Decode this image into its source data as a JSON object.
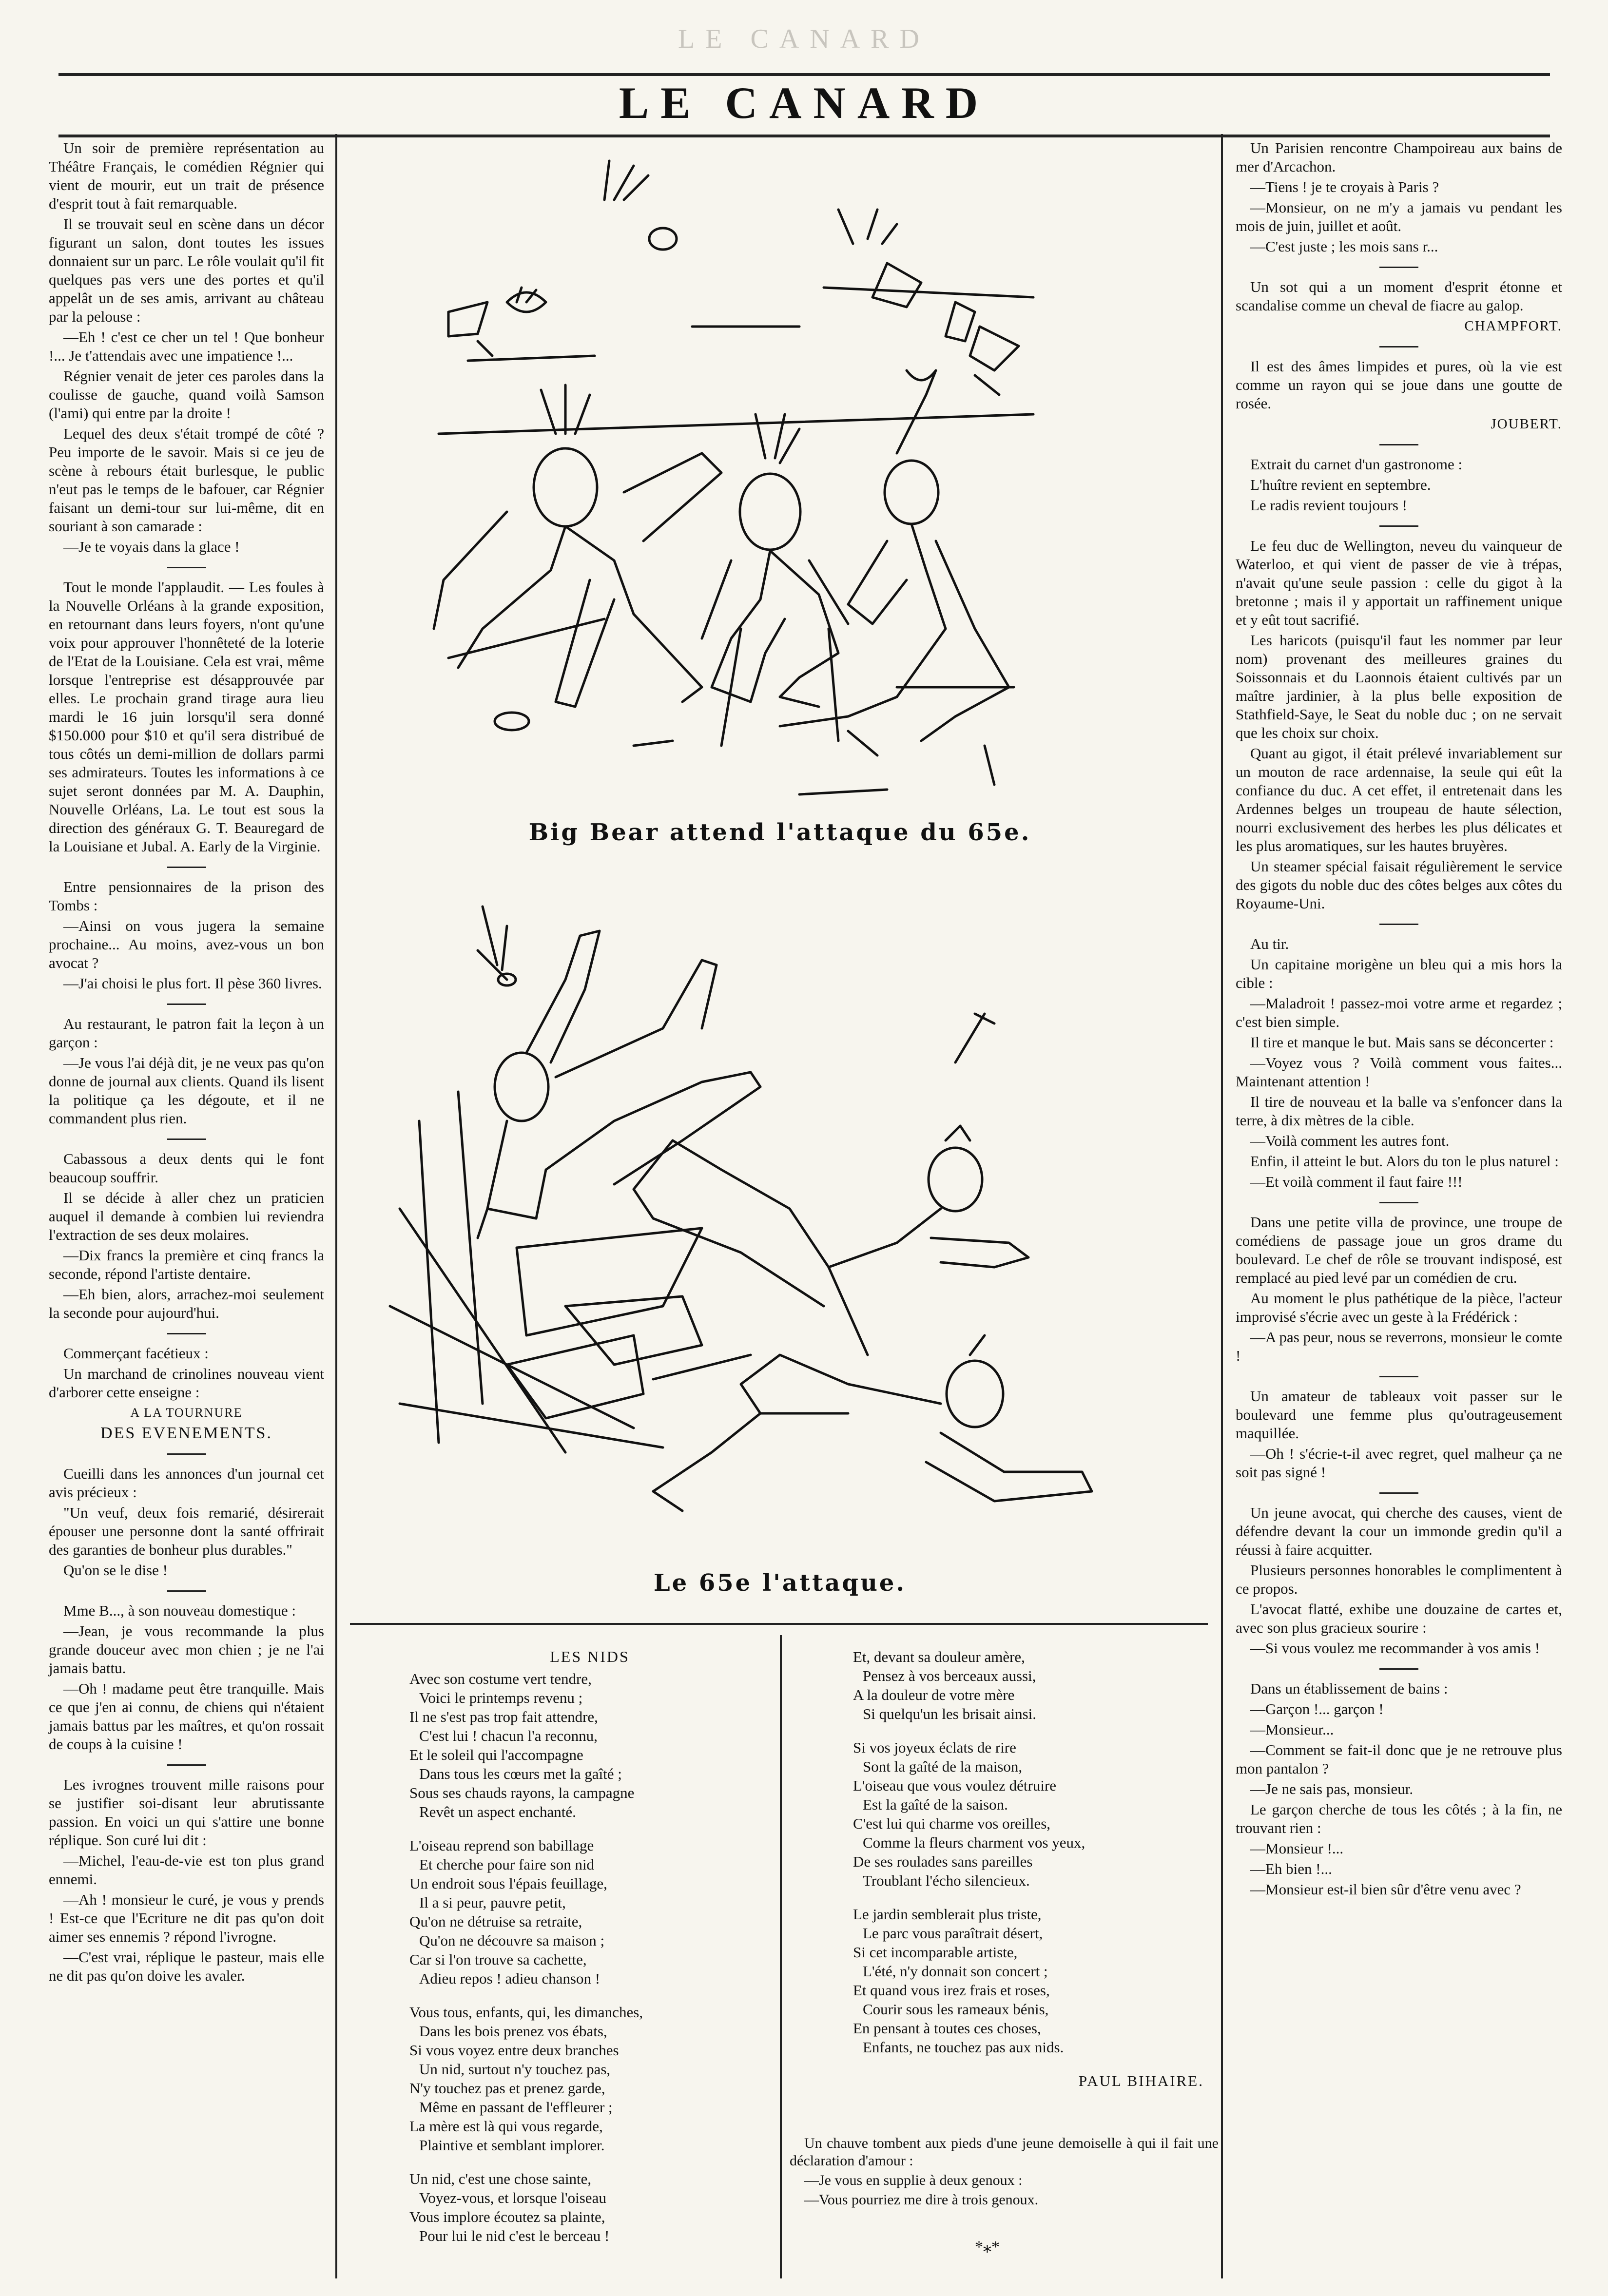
{
  "masthead": {
    "ghost": "LE CANARD",
    "title": "LE CANARD"
  },
  "left_column": [
    {
      "type": "p",
      "text": "Un soir de première représentation au Théâtre Français, le comédien Régnier qui vient de mourir, eut un trait de présence d'esprit tout à fait remarquable."
    },
    {
      "type": "p",
      "text": "Il se trouvait seul en scène dans un décor figurant un salon, dont toutes les issues donnaient sur un parc. Le rôle voulait qu'il fit quelques pas vers une des portes et qu'il appelât un de ses amis, arrivant au château par la pelouse :"
    },
    {
      "type": "p",
      "text": "—Eh ! c'est ce cher un tel ! Que bonheur !... Je t'attendais avec une impatience !..."
    },
    {
      "type": "p",
      "text": "Régnier venait de jeter ces paroles dans la coulisse de gauche, quand voilà Samson (l'ami) qui entre par la droite !"
    },
    {
      "type": "p",
      "text": "Lequel des deux s'était trompé de côté ? Peu importe de le savoir. Mais si ce jeu de scène à rebours était burlesque, le public n'eut pas le temps de le bafouer, car Régnier faisant un demi-tour sur lui-même, dit en souriant à son camarade :"
    },
    {
      "type": "p",
      "text": "—Je te voyais dans la glace !"
    },
    {
      "type": "sep"
    },
    {
      "type": "p",
      "text": "Tout le monde l'applaudit. — Les foules à la Nouvelle Orléans à la grande exposition, en retournant dans leurs foyers, n'ont qu'une voix pour approuver l'honnêteté de la loterie de l'Etat de la Louisiane. Cela est vrai, même lorsque l'entreprise est désapprouvée par elles. Le prochain grand tirage aura lieu mardi le 16 juin lorsqu'il sera donné $150.000 pour $10 et qu'il sera distribué de tous côtés un demi-million de dollars parmi ses admirateurs. Toutes les informations à ce sujet seront données par M. A. Dauphin, Nouvelle Orléans, La. Le tout est sous la direction des généraux G. T. Beauregard de la Louisiane et Jubal. A. Early de la Virginie."
    },
    {
      "type": "sep"
    },
    {
      "type": "p",
      "text": "Entre pensionnaires de la prison des Tombs :"
    },
    {
      "type": "p",
      "text": "—Ainsi on vous jugera la semaine prochaine... Au moins, avez-vous un bon avocat ?"
    },
    {
      "type": "p",
      "text": "—J'ai choisi le plus fort. Il pèse 360 livres."
    },
    {
      "type": "sep"
    },
    {
      "type": "p",
      "text": "Au restaurant, le patron fait la leçon à un garçon :"
    },
    {
      "type": "p",
      "text": "—Je vous l'ai déjà dit, je ne veux pas qu'on donne de journal aux clients. Quand ils lisent la politique ça les dégoute, et il ne commandent plus rien."
    },
    {
      "type": "sep"
    },
    {
      "type": "p",
      "text": "Cabassous a deux dents qui le font beaucoup souffrir."
    },
    {
      "type": "p",
      "text": "Il se décide à aller chez un praticien auquel il demande à combien lui reviendra l'extraction de ses deux molaires."
    },
    {
      "type": "p",
      "text": "—Dix francs la première et cinq francs la seconde, répond l'artiste dentaire."
    },
    {
      "type": "p",
      "text": "—Eh bien, alors, arrachez-moi seulement la seconde pour aujourd'hui."
    },
    {
      "type": "sep"
    },
    {
      "type": "p",
      "text": "Commerçant facétieux :"
    },
    {
      "type": "p",
      "text": "Un marchand de crinolines nouveau vient d'arborer cette enseigne :"
    },
    {
      "type": "center_small",
      "text": "A LA TOURNURE"
    },
    {
      "type": "center_big",
      "text": "DES EVENEMENTS."
    },
    {
      "type": "sep"
    },
    {
      "type": "p",
      "text": "Cueilli dans les annonces d'un journal cet avis précieux :"
    },
    {
      "type": "p",
      "text": "\"Un veuf, deux fois remarié, désirerait épouser une personne dont la santé offrirait des garanties de bonheur plus durables.\""
    },
    {
      "type": "p",
      "text": "Qu'on se le dise !"
    },
    {
      "type": "sep"
    },
    {
      "type": "p",
      "text": "Mme B..., à son nouveau domestique :"
    },
    {
      "type": "p",
      "text": "—Jean, je vous recommande la plus grande douceur avec mon chien ; je ne l'ai jamais battu."
    },
    {
      "type": "p",
      "text": "—Oh ! madame peut être tranquille. Mais ce que j'en ai connu, de chiens qui n'étaient jamais battus par les maîtres, et qu'on rossait de coups à la cuisine !"
    },
    {
      "type": "sep"
    },
    {
      "type": "p",
      "text": "Les ivrognes trouvent mille raisons pour se justifier soi-disant leur abrutissante passion. En voici un qui s'attire une bonne réplique. Son curé lui dit :"
    },
    {
      "type": "p",
      "text": "—Michel, l'eau-de-vie est ton plus grand ennemi."
    },
    {
      "type": "p",
      "text": "—Ah ! monsieur le curé, je vous y prends ! Est-ce que l'Ecriture ne dit pas qu'on doit aimer ses ennemis ? répond l'ivrogne."
    },
    {
      "type": "p",
      "text": "—C'est vrai, réplique le pasteur, mais elle ne dit pas qu'on doive les avaler."
    }
  ],
  "captions": {
    "top": "Big Bear attend l'attaque du 65e.",
    "bottom": "Le 65e l'attaque."
  },
  "poem": {
    "title": "LES NIDS",
    "col1": [
      [
        "Avec son costume vert tendre,",
        "Voici le printemps revenu ;",
        "Il ne s'est pas trop fait attendre,",
        "C'est lui ! chacun l'a reconnu,",
        "Et le soleil qui l'accompagne",
        "Dans tous les cœurs met la gaîté ;",
        "Sous ses chauds rayons, la campagne",
        "Revêt un aspect enchanté."
      ],
      [
        "L'oiseau reprend son babillage",
        "Et cherche pour faire son nid",
        "Un endroit sous l'épais feuillage,",
        "Il a si peur, pauvre petit,",
        "Qu'on ne détruise sa retraite,",
        "Qu'on ne découvre sa maison ;",
        "Car si l'on trouve sa cachette,",
        "Adieu repos ! adieu chanson !"
      ],
      [
        "Vous tous, enfants, qui, les dimanches,",
        "Dans les bois prenez vos ébats,",
        "Si vous voyez entre deux branches",
        "Un nid, surtout n'y touchez pas,",
        "N'y touchez pas et prenez garde,",
        "Même en passant de l'effleurer ;",
        "La mère est là qui vous regarde,",
        "Plaintive et semblant implorer."
      ],
      [
        "Un nid, c'est une chose sainte,",
        "Voyez-vous, et lorsque l'oiseau",
        "Vous implore écoutez sa plainte,",
        "Pour lui le nid c'est le berceau !"
      ]
    ],
    "col2": [
      [
        "Et, devant sa douleur amère,",
        "Pensez à vos berceaux aussi,",
        "A la douleur de votre mère",
        "Si quelqu'un les brisait ainsi."
      ],
      [
        "Si vos joyeux éclats de rire",
        "Sont la gaîté de la maison,",
        "L'oiseau que vous voulez détruire",
        "Est la gaîté de la saison.",
        "C'est lui qui charme vos oreilles,",
        "Comme la fleurs charment vos yeux,",
        "De ses roulades sans pareilles",
        "Troublant l'écho silencieux."
      ],
      [
        "Le jardin semblerait plus triste,",
        "Le parc vous paraîtrait désert,",
        "Si cet incomparable artiste,",
        "L'été, n'y donnait son concert ;",
        "Et quand vous irez frais et roses,",
        "Courir sous les rameaux bénis,",
        "En pensant à toutes ces choses,",
        "Enfants, ne touchez pas aux nids."
      ]
    ],
    "signature": "PAUL BIHAIRE."
  },
  "bottom_center_note": [
    {
      "type": "p",
      "text": "Un chauve tombent aux pieds d'une jeune demoiselle à qui il fait une déclaration d'amour :"
    },
    {
      "type": "p",
      "text": "—Je vous en supplie à deux genoux :"
    },
    {
      "type": "p",
      "text": "—Vous pourriez me dire à trois genoux."
    }
  ],
  "ornament": "*⁎*",
  "right_column": [
    {
      "type": "p",
      "text": "Un Parisien rencontre Champoireau aux bains de mer d'Arcachon."
    },
    {
      "type": "p",
      "text": "—Tiens ! je te croyais à Paris ?"
    },
    {
      "type": "p",
      "text": "—Monsieur, on ne m'y a jamais vu pendant les mois de juin, juillet et août."
    },
    {
      "type": "p",
      "text": "—C'est juste ; les mois sans r..."
    },
    {
      "type": "sep"
    },
    {
      "type": "p",
      "text": "Un sot qui a un moment d'esprit étonne et scandalise comme un cheval de fiacre au galop."
    },
    {
      "type": "sig",
      "text": "CHAMPFORT."
    },
    {
      "type": "sep"
    },
    {
      "type": "p",
      "text": "Il est des âmes limpides et pures, où la vie est comme un rayon qui se joue dans une goutte de rosée."
    },
    {
      "type": "sig",
      "text": "JOUBERT."
    },
    {
      "type": "sep"
    },
    {
      "type": "p",
      "text": "Extrait du carnet d'un gastronome :"
    },
    {
      "type": "p",
      "text": "L'huître revient en septembre."
    },
    {
      "type": "p",
      "text": "Le radis revient toujours !"
    },
    {
      "type": "sep"
    },
    {
      "type": "p",
      "text": "Le feu duc de Wellington, neveu du vainqueur de Waterloo, et qui vient de passer de vie à trépas, n'avait qu'une seule passion : celle du gigot à la bretonne ; mais il y apportait un raffinement unique et y eût tout sacrifié."
    },
    {
      "type": "p",
      "text": "Les haricots (puisqu'il faut les nommer par leur nom) provenant des meilleures graines du Soissonnais et du Laonnois étaient cultivés par un maître jardinier, à la plus belle exposition de Stathfield-Saye, le Seat du noble duc ; on ne servait que les choix sur choix."
    },
    {
      "type": "p",
      "text": "Quant au gigot, il était prélevé invariablement sur un mouton de race ardennaise, la seule qui eût la confiance du duc. A cet effet, il entretenait dans les Ardennes belges un troupeau de haute sélection, nourri exclusivement des herbes les plus délicates et les plus aromatiques, sur les hautes bruyères."
    },
    {
      "type": "p",
      "text": "Un steamer spécial faisait régulièrement le service des gigots du noble duc des côtes belges aux côtes du Royaume-Uni."
    },
    {
      "type": "sep"
    },
    {
      "type": "p",
      "text": "Au tir."
    },
    {
      "type": "p",
      "text": "Un capitaine morigène un bleu qui a mis hors la cible :"
    },
    {
      "type": "p",
      "text": "—Maladroit ! passez-moi votre arme et regardez ; c'est bien simple."
    },
    {
      "type": "p",
      "text": "Il tire et manque le but. Mais sans se déconcerter :"
    },
    {
      "type": "p",
      "text": "—Voyez vous ? Voilà comment vous faites... Maintenant attention !"
    },
    {
      "type": "p",
      "text": "Il tire de nouveau et la balle va s'enfoncer dans la terre, à dix mètres de la cible."
    },
    {
      "type": "p",
      "text": "—Voilà comment les autres font."
    },
    {
      "type": "p",
      "text": "Enfin, il atteint le but. Alors du ton le plus naturel :"
    },
    {
      "type": "p",
      "text": "—Et voilà comment il faut faire !!!"
    },
    {
      "type": "sep"
    },
    {
      "type": "p",
      "text": "Dans une petite villa de province, une troupe de comédiens de passage joue un gros drame du boulevard. Le chef de rôle se trouvant indisposé, est remplacé au pied levé par un comédien de cru."
    },
    {
      "type": "p",
      "text": "Au moment le plus pathétique de la pièce, l'acteur improvisé s'écrie avec un geste à la Frédérick :"
    },
    {
      "type": "p",
      "text": "—A pas peur, nous se reverrons, monsieur le comte !"
    },
    {
      "type": "sep"
    },
    {
      "type": "p",
      "text": "Un amateur de tableaux voit passer sur le boulevard une femme plus qu'outrageusement maquillée."
    },
    {
      "type": "p",
      "text": "—Oh ! s'écrie-t-il avec regret, quel malheur ça ne soit pas signé !"
    },
    {
      "type": "sep"
    },
    {
      "type": "p",
      "text": "Un jeune avocat, qui cherche des causes, vient de défendre devant la cour un immonde gredin qu'il a réussi à faire acquitter."
    },
    {
      "type": "p",
      "text": "Plusieurs personnes honorables le complimentent à ce propos."
    },
    {
      "type": "p",
      "text": "L'avocat flatté, exhibe une douzaine de cartes et, avec son plus gracieux sourire :"
    },
    {
      "type": "p",
      "text": "—Si vous voulez me recommander à vos amis !"
    },
    {
      "type": "sep"
    },
    {
      "type": "p",
      "text": "Dans un établissement de bains :"
    },
    {
      "type": "p",
      "text": "—Garçon !... garçon !"
    },
    {
      "type": "p",
      "text": "—Monsieur..."
    },
    {
      "type": "p",
      "text": "—Comment se fait-il donc que je ne retrouve plus mon pantalon ?"
    },
    {
      "type": "p",
      "text": "—Je ne sais pas, monsieur."
    },
    {
      "type": "p",
      "text": "Le garçon cherche de tous les côtés ; à la fin, ne trouvant rien :"
    },
    {
      "type": "p",
      "text": "—Monsieur !..."
    },
    {
      "type": "p",
      "text": "—Eh bien !..."
    },
    {
      "type": "p",
      "text": "—Monsieur est-il bien sûr d'être venu avec ?"
    }
  ]
}
